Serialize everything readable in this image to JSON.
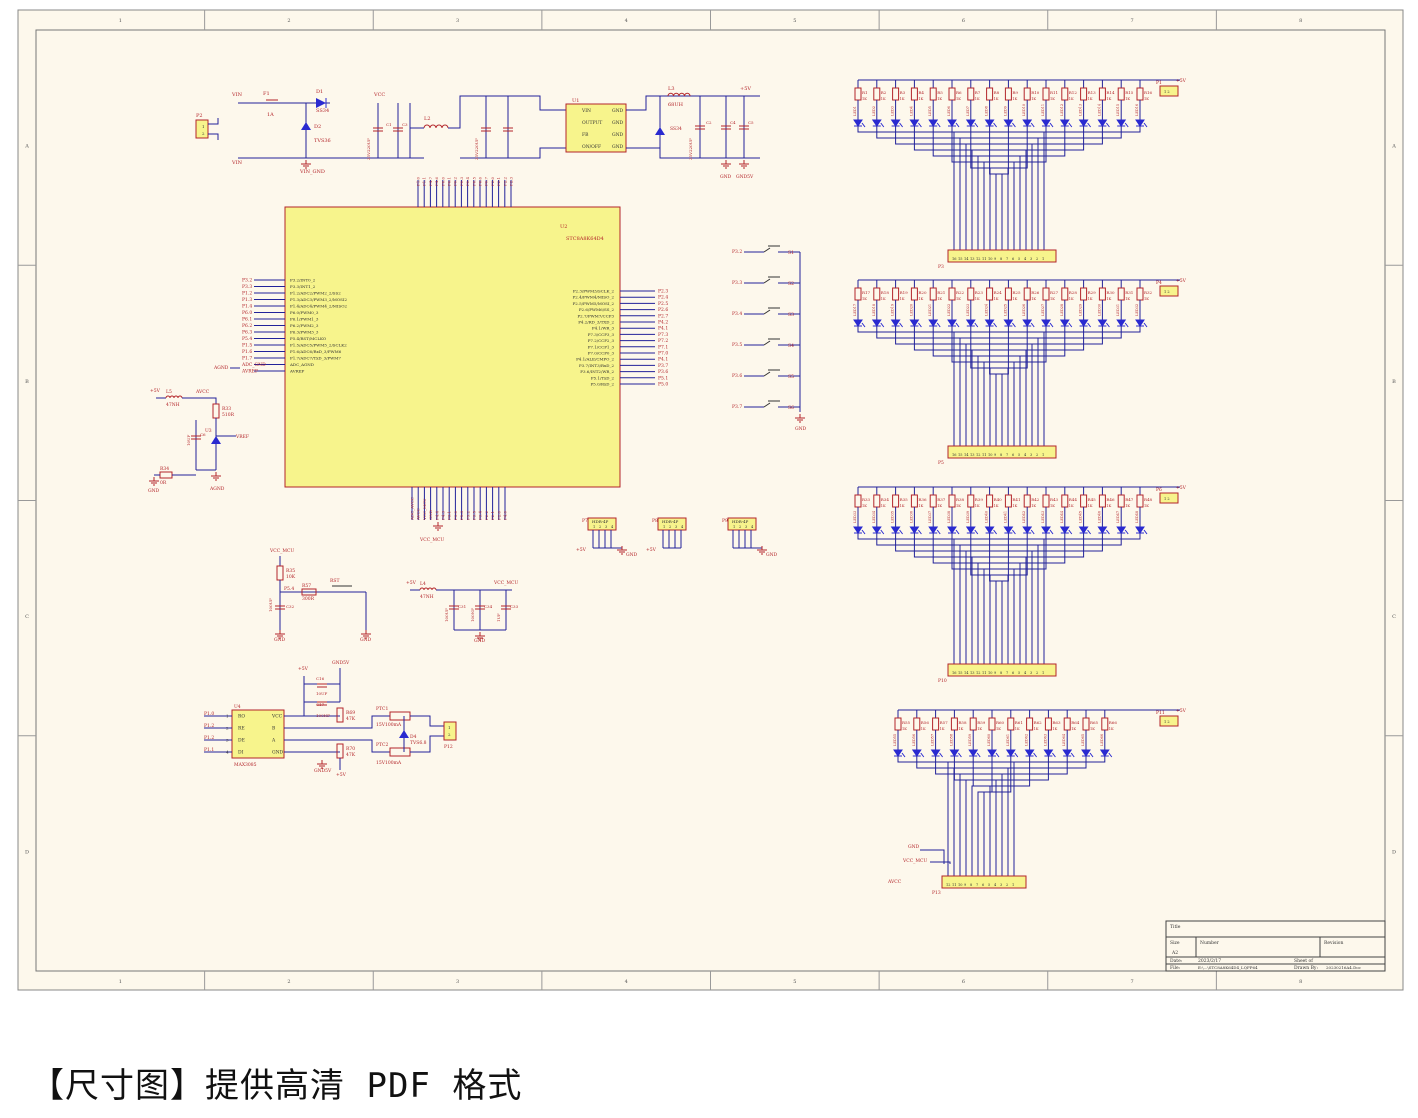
{
  "sheet": {
    "columns": [
      "1",
      "2",
      "3",
      "4",
      "5",
      "6",
      "7",
      "8"
    ],
    "rows": [
      "A",
      "B",
      "C",
      "D"
    ],
    "background": "#fdf8ec",
    "wire_color": "#22229a",
    "part_color": "#b3252a",
    "ic_fill": "#f7f48c"
  },
  "power": {
    "fuse_ref": "F1",
    "fuse_val": "1A",
    "diode_ref": "D1",
    "diode_val": "SS34",
    "tvs_ref": "D2",
    "tvs_val": "TVS36",
    "in_conn": "P2",
    "vin": "VIN",
    "vcc": "VCC",
    "vin_gnd": "VIN_GND",
    "l2": "L2",
    "c1": "C1",
    "c3": "C3",
    "c_bulk": "35V220UF",
    "reg_ref": "U1",
    "reg_pins": [
      "VIN",
      "OUTPUT",
      "FB",
      "ON/OFF",
      "GND",
      "GND",
      "GND",
      "GND"
    ],
    "l3": "L3",
    "l3_val": "68UH",
    "d3": "SS34",
    "c2": "C2",
    "c4": "C4",
    "c5": "C5",
    "out5v": "+5V",
    "gnd": "GND",
    "gnd5v": "GND5V"
  },
  "mcu": {
    "ref": "U2",
    "part": "STC8A8K64D4",
    "left_nets": [
      "P3.2",
      "P3.3",
      "P1.2",
      "P1.3",
      "P1.4",
      "P6.0",
      "P6.1",
      "P6.2",
      "P6.3",
      "P5.4",
      "P1.5",
      "P1.6",
      "P1.7",
      "ADC_GND",
      "AVREF"
    ],
    "left_pins": [
      "P3.2/INT0_2",
      "P3.3/INT1_2",
      "P1.2/ADC2/PWM2_2/SS2",
      "P1.3/ADC3/PWM3_2/MOSI2",
      "P1.4/ADC4/PWM4_2/MISO2",
      "P6.0/PWM0_3",
      "P6.1/PWM1_3",
      "P6.2/PWM2_3",
      "P6.3/PWM3_3",
      "P5.4/RST/MCLKO",
      "P1.5/ADC5/PWM5_2/SCLK2",
      "P1.6/ADC6/RxD_3/PWM6",
      "P1.7/ADC7/TxD_3/PWM7",
      "ADC_AGND",
      "AVREF"
    ],
    "right_nets": [
      "P2.3",
      "P2.4",
      "P2.5",
      "P2.6",
      "P2.7",
      "P4.2",
      "P4.1",
      "P7.3",
      "P7.2",
      "P7.1",
      "P7.0",
      "P4.1",
      "P3.7",
      "P3.6",
      "P5.1",
      "P5.0"
    ],
    "right_pins": [
      "P2.3/PWM3/SCLK_2",
      "P2.4/PWM4/MISO_2",
      "P2.5/PWM5/MOSI_2",
      "P2.6/PWM6/SS_2",
      "P2.7/PWM7/CCP3",
      "P4.2/RD_3/TXD_2",
      "P4.1/WR_3",
      "P7.3/CCP3_3",
      "P7.2/CCP2_3",
      "P7.1/CCP1_3",
      "P7.0/CCP0_3",
      "P4.1/ALE/CMPO_2",
      "P3.7/INT3/RxD_2",
      "P3.6/INT2/WR_2",
      "P5.1/TxD_2",
      "P5.0/RxD_2"
    ],
    "top_nets": [
      "P1.0",
      "P1.1",
      "P4.7",
      "P4.6",
      "P0.0",
      "P0.1",
      "P0.2",
      "P0.3",
      "P0.4",
      "P0.5",
      "P0.6",
      "P0.7",
      "P2.0",
      "P2.1",
      "P2.2",
      "P2.3"
    ],
    "bottom_nets": [
      "ADC_AVCC",
      "AVCC",
      "VCC_MCU",
      "GND",
      "P4.4",
      "P4.3",
      "P3.1",
      "P3.0",
      "P5.3",
      "P5.2",
      "P3.5",
      "P3.4",
      "P2.2",
      "P2.1",
      "P2.0",
      "P4.0"
    ]
  },
  "buttons": {
    "nets": [
      "P3.2",
      "P3.3",
      "P3.4",
      "P3.5",
      "P3.6",
      "P3.7"
    ],
    "refs": [
      "S1",
      "S2",
      "S3",
      "S4",
      "S5",
      "S6"
    ],
    "gnd": "GND"
  },
  "avref": {
    "l": "L5",
    "l_val": "47NH",
    "avcc": "AVCC",
    "r": "R33",
    "r_val": "510R",
    "ref": "U3",
    "label": "VREF",
    "c": "C6",
    "c_val": "10UF",
    "r2": "R34",
    "r2_val": "0R",
    "agnd": "AGND",
    "gnd": "GND",
    "v": "+5V"
  },
  "headers": [
    {
      "ref": "P7",
      "label": "HDR-4P",
      "pins": [
        "1",
        "2",
        "3",
        "4"
      ],
      "net": "+5V",
      "gnd": "GND"
    },
    {
      "ref": "P8",
      "label": "HDR-4P",
      "pins": [
        "1",
        "2",
        "3",
        "4"
      ],
      "net": "+5V",
      "gnd": ""
    },
    {
      "ref": "P9",
      "label": "HDR-4P",
      "pins": [
        "1",
        "2",
        "3",
        "4"
      ],
      "net": "",
      "gnd": "GND"
    }
  ],
  "reset": {
    "vcc": "VCC_MCU",
    "r": "R35",
    "r_val": "10K",
    "c": "C32",
    "c_val": "100UF",
    "r2": "R57",
    "r2_val": "300R",
    "sw": "RST",
    "net": "P5.4",
    "gnd": "GND"
  },
  "mcu_filter": {
    "v": "+5V",
    "l": "L4",
    "l_val": "47NH",
    "vcc": "VCC_MCU",
    "caps": [
      "C31",
      "C34",
      "C33"
    ],
    "cvals": [
      "100UF",
      "100NF",
      "1UF"
    ],
    "gnd": "GND"
  },
  "rs485": {
    "ref": "U4",
    "part": "MAX3085",
    "pins_left": [
      "RO",
      "RE",
      "DE",
      "DI"
    ],
    "nets_left": [
      "P1.0",
      "P1.2",
      "P1.2",
      "P1.1"
    ],
    "pins_right": [
      "VCC",
      "B",
      "A",
      "GND"
    ],
    "c16": "C16",
    "c16v": "10UF",
    "c17": "C17",
    "c17v": "100NF",
    "r69": "R69",
    "r69v": "47K",
    "r70": "R70",
    "r70v": "47K",
    "ptc1": "PTC1",
    "ptc2": "PTC2",
    "ptc_val": "15V100mA",
    "tvs": "D4",
    "tvs_val": "TVS6.8",
    "conn": "P12",
    "v": "+5V",
    "gnd5v": "GND5V"
  },
  "led_banks": [
    {
      "conn": "P3",
      "pconn": "P1",
      "count": 16,
      "rstart": 1,
      "dstart": 1,
      "pwr": "+5V"
    },
    {
      "conn": "P5",
      "pconn": "P4",
      "count": 16,
      "rstart": 17,
      "dstart": 17,
      "pwr": "+5V"
    },
    {
      "conn": "P10",
      "pconn": "P6",
      "count": 16,
      "rstart": 33,
      "dstart": 33,
      "pwr": "+5V"
    },
    {
      "conn": "P13",
      "pconn": "P11",
      "count": 12,
      "rstart": 55,
      "dstart": 55,
      "pwr": "+5V"
    }
  ],
  "led_misc": {
    "rval": "1K",
    "dprefix": "LED",
    "gnd": "GND",
    "vcc": "VCC_MCU",
    "avcc": "AVCC"
  },
  "title_block": {
    "title": "Title",
    "size_label": "Size",
    "size": "A2",
    "number_label": "Number",
    "revision_label": "Revision",
    "date_label": "Date:",
    "date": "2023/2/17",
    "file_label": "File:",
    "file": "E:\\...\\STC8A8K64D4_LQFP64",
    "sheet_label": "Sheet    of",
    "drawn_label": "Drawn By:",
    "drawn": "20230216A4.Doc"
  },
  "caption": "【尺寸图】提供高清 PDF 格式"
}
